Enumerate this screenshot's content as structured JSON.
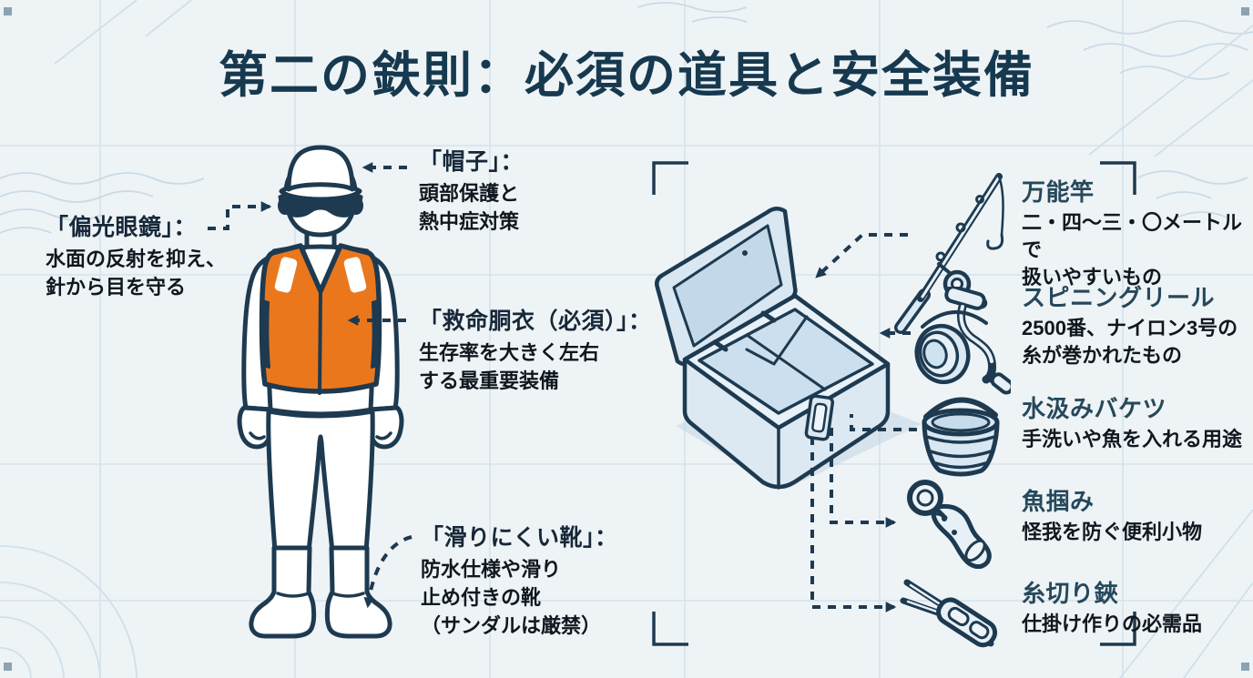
{
  "title": "第二の鉄則：必須の道具と安全装備",
  "colors": {
    "background": "#eef3f6",
    "outline_navy": "#1d3a50",
    "title_navy": "#16394f",
    "heading_teal": "#26485b",
    "body_text": "#10171e",
    "vest_orange": "#ea771c",
    "light_blue_fill": "#d8e7f2",
    "grid_line": "#d5e3ec"
  },
  "person_callouts": [
    {
      "id": "hat",
      "heading": "「帽子」：",
      "body": "頭部保護と\n熱中症対策"
    },
    {
      "id": "glasses",
      "heading": "「偏光眼鏡」：",
      "body": "水面の反射を抑え、\n針から目を守る"
    },
    {
      "id": "vest",
      "heading": "「救命胴衣（必須）」：",
      "body": "生存率を大きく左右\nする最重要装備"
    },
    {
      "id": "shoes",
      "heading": "「滑りにくい靴」：",
      "body": "防水仕様や滑り\n止め付きの靴\n（サンダルは厳禁）"
    }
  ],
  "gear_items": [
    {
      "id": "rod",
      "icon": "fishing-rod-icon",
      "heading": "万能竿",
      "body": "二・四〜三・〇メートルで\n扱いやすいもの"
    },
    {
      "id": "reel",
      "icon": "spinning-reel-icon",
      "heading": "スピニングリール",
      "body": "2500番、ナイロン3号の\n糸が巻かれたもの"
    },
    {
      "id": "bucket",
      "icon": "bucket-icon",
      "heading": "水汲みバケツ",
      "body": "手洗いや魚を入れる用途"
    },
    {
      "id": "gripper",
      "icon": "fish-gripper-icon",
      "heading": "魚掴み",
      "body": "怪我を防ぐ便利小物"
    },
    {
      "id": "scissors",
      "icon": "line-scissors-icon",
      "heading": "糸切り鋏",
      "body": "仕掛け作りの必需品"
    }
  ]
}
